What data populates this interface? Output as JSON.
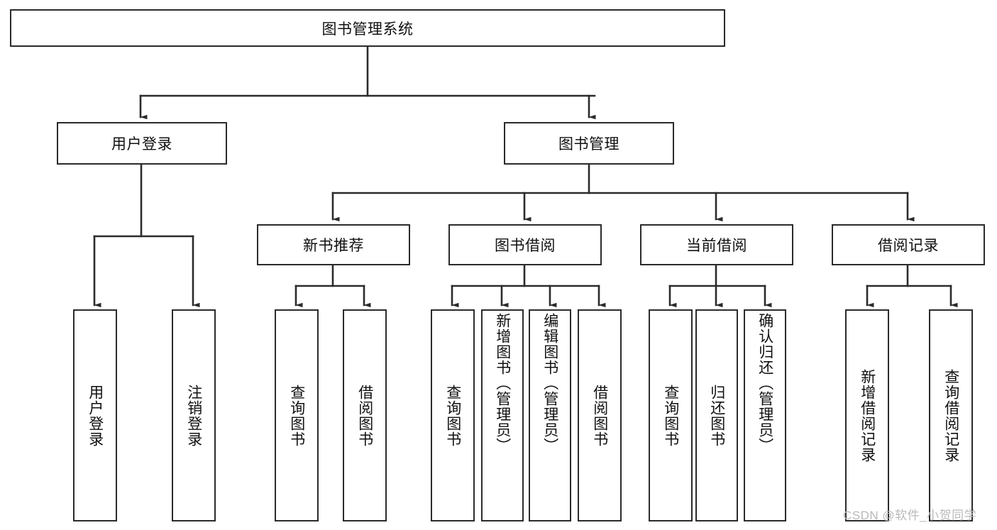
{
  "diagram": {
    "type": "tree-hierarchy",
    "title": "图书管理系统",
    "watermark": "CSDN @软件_小贺同学",
    "colors": {
      "box_border": "#2b2b2b",
      "box_fill": "#ffffff",
      "connector": "#2b2b2b",
      "text": "#101010",
      "watermark": "#b9b9b9"
    },
    "nodes": {
      "root": {
        "label": "图书管理系统",
        "level": 1
      },
      "user_login": {
        "label": "用户登录",
        "level": 2
      },
      "book_manage": {
        "label": "图书管理",
        "level": 2
      },
      "new_book_rec": {
        "label": "新书推荐",
        "level": 3
      },
      "book_borrow": {
        "label": "图书借阅",
        "level": 3
      },
      "current_borrow": {
        "label": "当前借阅",
        "level": 3
      },
      "borrow_record": {
        "label": "借阅记录",
        "level": 3
      },
      "leaf_user_login": {
        "label": "用户登录",
        "level": 4
      },
      "leaf_logout": {
        "label": "注销登录",
        "level": 4
      },
      "leaf_query_book_1": {
        "label": "查询图书",
        "level": 4
      },
      "leaf_borrow_book_1": {
        "label": "借阅图书",
        "level": 4
      },
      "leaf_query_book_2": {
        "label": "查询图书",
        "level": 4
      },
      "leaf_add_book": {
        "label": "新增图书（管理员）",
        "level": 4
      },
      "leaf_edit_book": {
        "label": "编辑图书（管理员）",
        "level": 4
      },
      "leaf_borrow_book_2": {
        "label": "借阅图书",
        "level": 4
      },
      "leaf_query_book_3": {
        "label": "查询图书",
        "level": 4
      },
      "leaf_return_book": {
        "label": "归还图书",
        "level": 4
      },
      "leaf_confirm_return": {
        "label": "确认归还（管理员）",
        "level": 4
      },
      "leaf_add_record": {
        "label": "新增借阅记录",
        "level": 4
      },
      "leaf_query_record": {
        "label": "查询借阅记录",
        "level": 4
      }
    },
    "edges": [
      {
        "from": "root",
        "to": "user_login"
      },
      {
        "from": "root",
        "to": "book_manage"
      },
      {
        "from": "user_login",
        "to": "leaf_user_login"
      },
      {
        "from": "user_login",
        "to": "leaf_logout"
      },
      {
        "from": "book_manage",
        "to": "new_book_rec"
      },
      {
        "from": "book_manage",
        "to": "book_borrow"
      },
      {
        "from": "book_manage",
        "to": "current_borrow"
      },
      {
        "from": "book_manage",
        "to": "borrow_record"
      },
      {
        "from": "new_book_rec",
        "to": "leaf_query_book_1"
      },
      {
        "from": "new_book_rec",
        "to": "leaf_borrow_book_1"
      },
      {
        "from": "book_borrow",
        "to": "leaf_query_book_2"
      },
      {
        "from": "book_borrow",
        "to": "leaf_add_book"
      },
      {
        "from": "book_borrow",
        "to": "leaf_edit_book"
      },
      {
        "from": "book_borrow",
        "to": "leaf_borrow_book_2"
      },
      {
        "from": "current_borrow",
        "to": "leaf_query_book_3"
      },
      {
        "from": "current_borrow",
        "to": "leaf_return_book"
      },
      {
        "from": "current_borrow",
        "to": "leaf_confirm_return"
      },
      {
        "from": "borrow_record",
        "to": "leaf_add_record"
      },
      {
        "from": "borrow_record",
        "to": "leaf_query_record"
      }
    ]
  }
}
